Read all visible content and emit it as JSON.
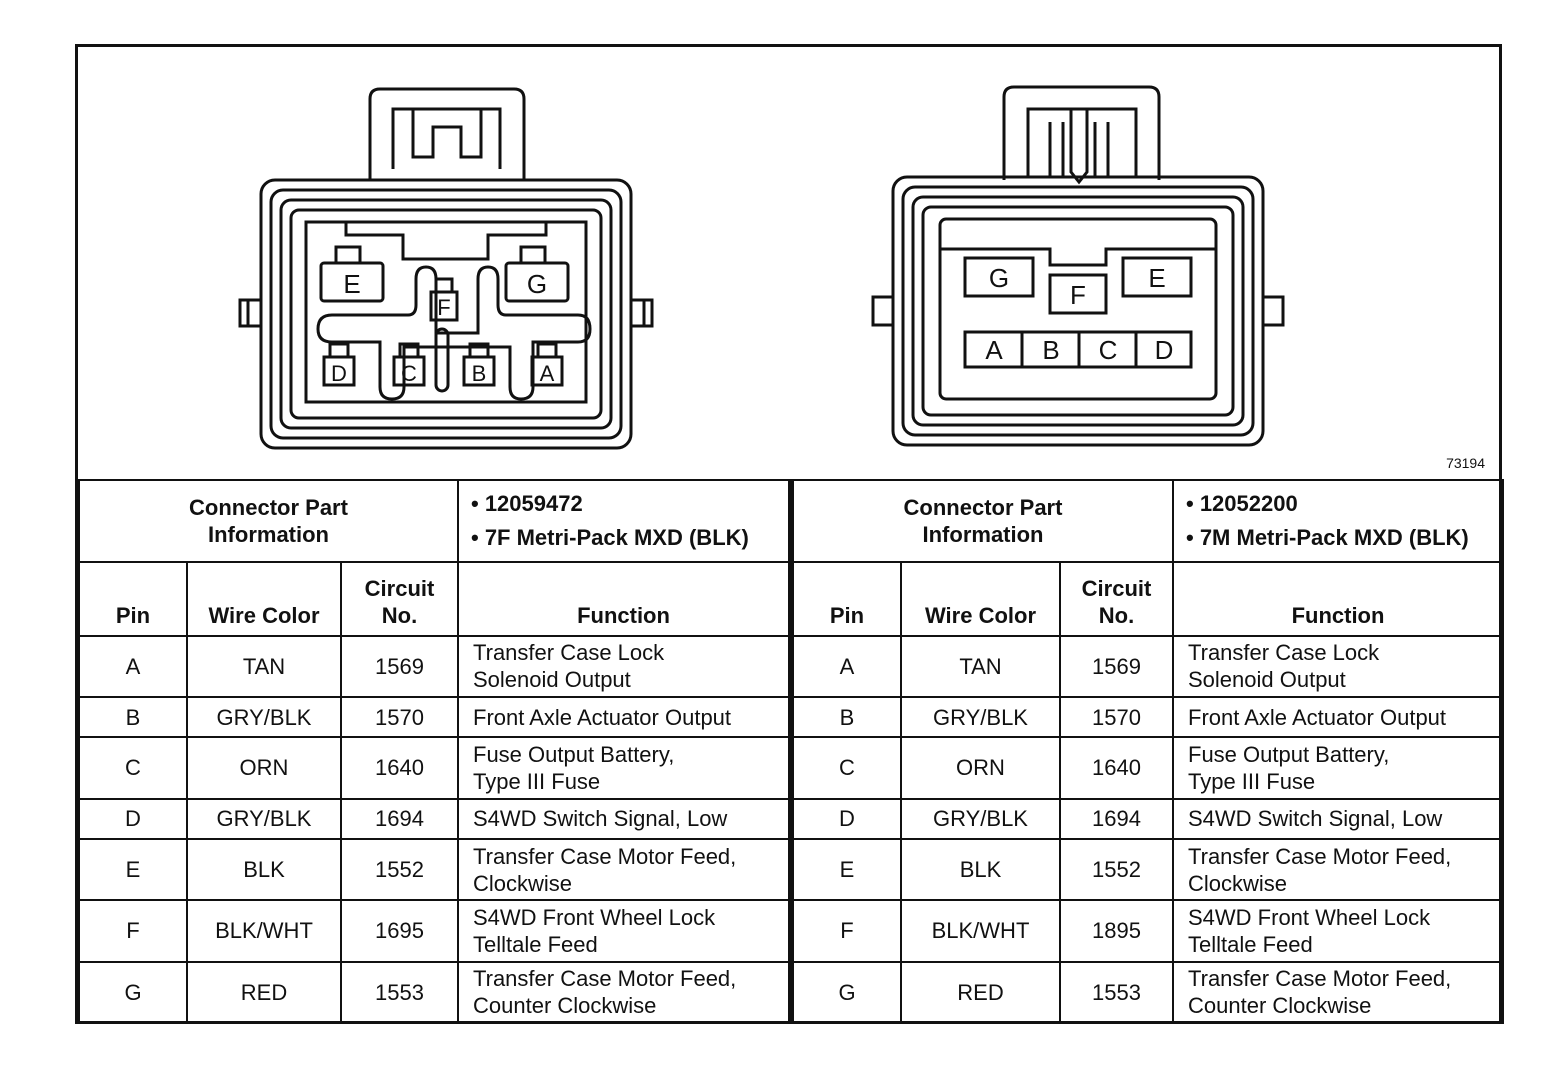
{
  "figure_number": "73194",
  "left_connector": {
    "cavity_labels": [
      "E",
      "F",
      "G",
      "D",
      "C",
      "B",
      "A"
    ]
  },
  "right_connector": {
    "cavity_labels": [
      "G",
      "F",
      "E",
      "A",
      "B",
      "C",
      "D"
    ]
  },
  "left_table": {
    "info_label_line1": "Connector Part",
    "info_label_line2": "Information",
    "part_number": "• 12059472",
    "part_desc": "• 7F Metri-Pack MXD (BLK)",
    "col_pin": "Pin",
    "col_wire": "Wire Color",
    "col_circuit_line1": "Circuit",
    "col_circuit_line2": "No.",
    "col_function": "Function",
    "rows": [
      {
        "pin": "A",
        "wire": "TAN",
        "circuit": "1569",
        "f1": "Transfer Case Lock",
        "f2": "Solenoid Output"
      },
      {
        "pin": "B",
        "wire": "GRY/BLK",
        "circuit": "1570",
        "f1": "Front Axle Actuator Output",
        "f2": ""
      },
      {
        "pin": "C",
        "wire": "ORN",
        "circuit": "1640",
        "f1": "Fuse Output Battery,",
        "f2": "Type III Fuse"
      },
      {
        "pin": "D",
        "wire": "GRY/BLK",
        "circuit": "1694",
        "f1": "S4WD Switch Signal, Low",
        "f2": ""
      },
      {
        "pin": "E",
        "wire": "BLK",
        "circuit": "1552",
        "f1": "Transfer Case Motor Feed,",
        "f2": "Clockwise"
      },
      {
        "pin": "F",
        "wire": "BLK/WHT",
        "circuit": "1695",
        "f1": "S4WD Front Wheel Lock",
        "f2": "Telltale Feed"
      },
      {
        "pin": "G",
        "wire": "RED",
        "circuit": "1553",
        "f1": "Transfer Case Motor Feed,",
        "f2": "Counter Clockwise"
      }
    ]
  },
  "right_table": {
    "info_label_line1": "Connector Part",
    "info_label_line2": "Information",
    "part_number": "• 12052200",
    "part_desc": "• 7M Metri-Pack MXD (BLK)",
    "col_pin": "Pin",
    "col_wire": "Wire Color",
    "col_circuit_line1": "Circuit",
    "col_circuit_line2": "No.",
    "col_function": "Function",
    "rows": [
      {
        "pin": "A",
        "wire": "TAN",
        "circuit": "1569",
        "f1": "Transfer Case Lock",
        "f2": "Solenoid Output"
      },
      {
        "pin": "B",
        "wire": "GRY/BLK",
        "circuit": "1570",
        "f1": "Front Axle Actuator Output",
        "f2": ""
      },
      {
        "pin": "C",
        "wire": "ORN",
        "circuit": "1640",
        "f1": "Fuse Output Battery,",
        "f2": "Type III Fuse"
      },
      {
        "pin": "D",
        "wire": "GRY/BLK",
        "circuit": "1694",
        "f1": "S4WD Switch Signal, Low",
        "f2": ""
      },
      {
        "pin": "E",
        "wire": "BLK",
        "circuit": "1552",
        "f1": "Transfer Case Motor Feed,",
        "f2": "Clockwise"
      },
      {
        "pin": "F",
        "wire": "BLK/WHT",
        "circuit": "1895",
        "f1": "S4WD Front Wheel Lock",
        "f2": "Telltale Feed"
      },
      {
        "pin": "G",
        "wire": "RED",
        "circuit": "1553",
        "f1": "Transfer Case Motor Feed,",
        "f2": "Counter Clockwise"
      }
    ]
  }
}
